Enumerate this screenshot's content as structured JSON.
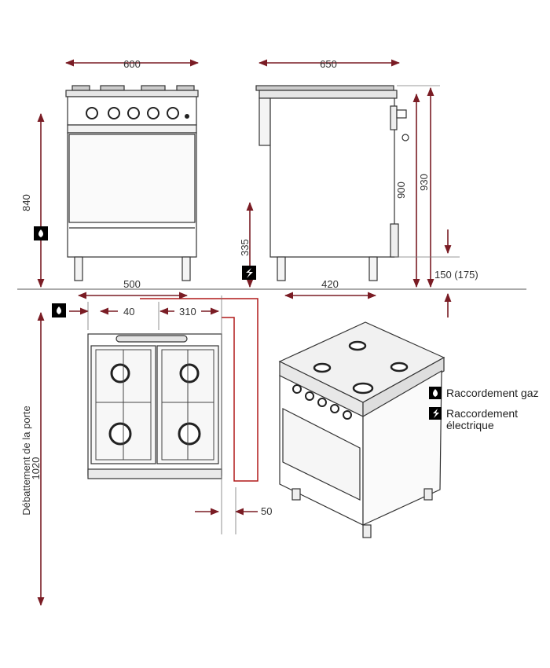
{
  "colors": {
    "dimension_arrow": "#7a1c24",
    "outline": "#333333",
    "appliance_fill": "#ffffff",
    "gas_marker": "#000000",
    "connection_line": "#b01818"
  },
  "dimensions": {
    "front_width": "600",
    "side_depth": "650",
    "front_height": "840",
    "side_height_900": "900",
    "side_height_930": "930",
    "electric_height": "335",
    "foot_height": "150 (175)",
    "foot_span": "500",
    "side_foot_span": "420",
    "gas_offset": "40",
    "electric_offset": "310",
    "back_clearance": "50",
    "door_clearance_value": "1020",
    "door_clearance_label": "Débattement de la porte"
  },
  "legend": {
    "gas_icon": "gas-connection-icon",
    "gas_label": "Raccordement gaz",
    "electric_icon": "electric-connection-icon",
    "electric_label_line1": "Raccordement",
    "electric_label_line2": "électrique"
  }
}
